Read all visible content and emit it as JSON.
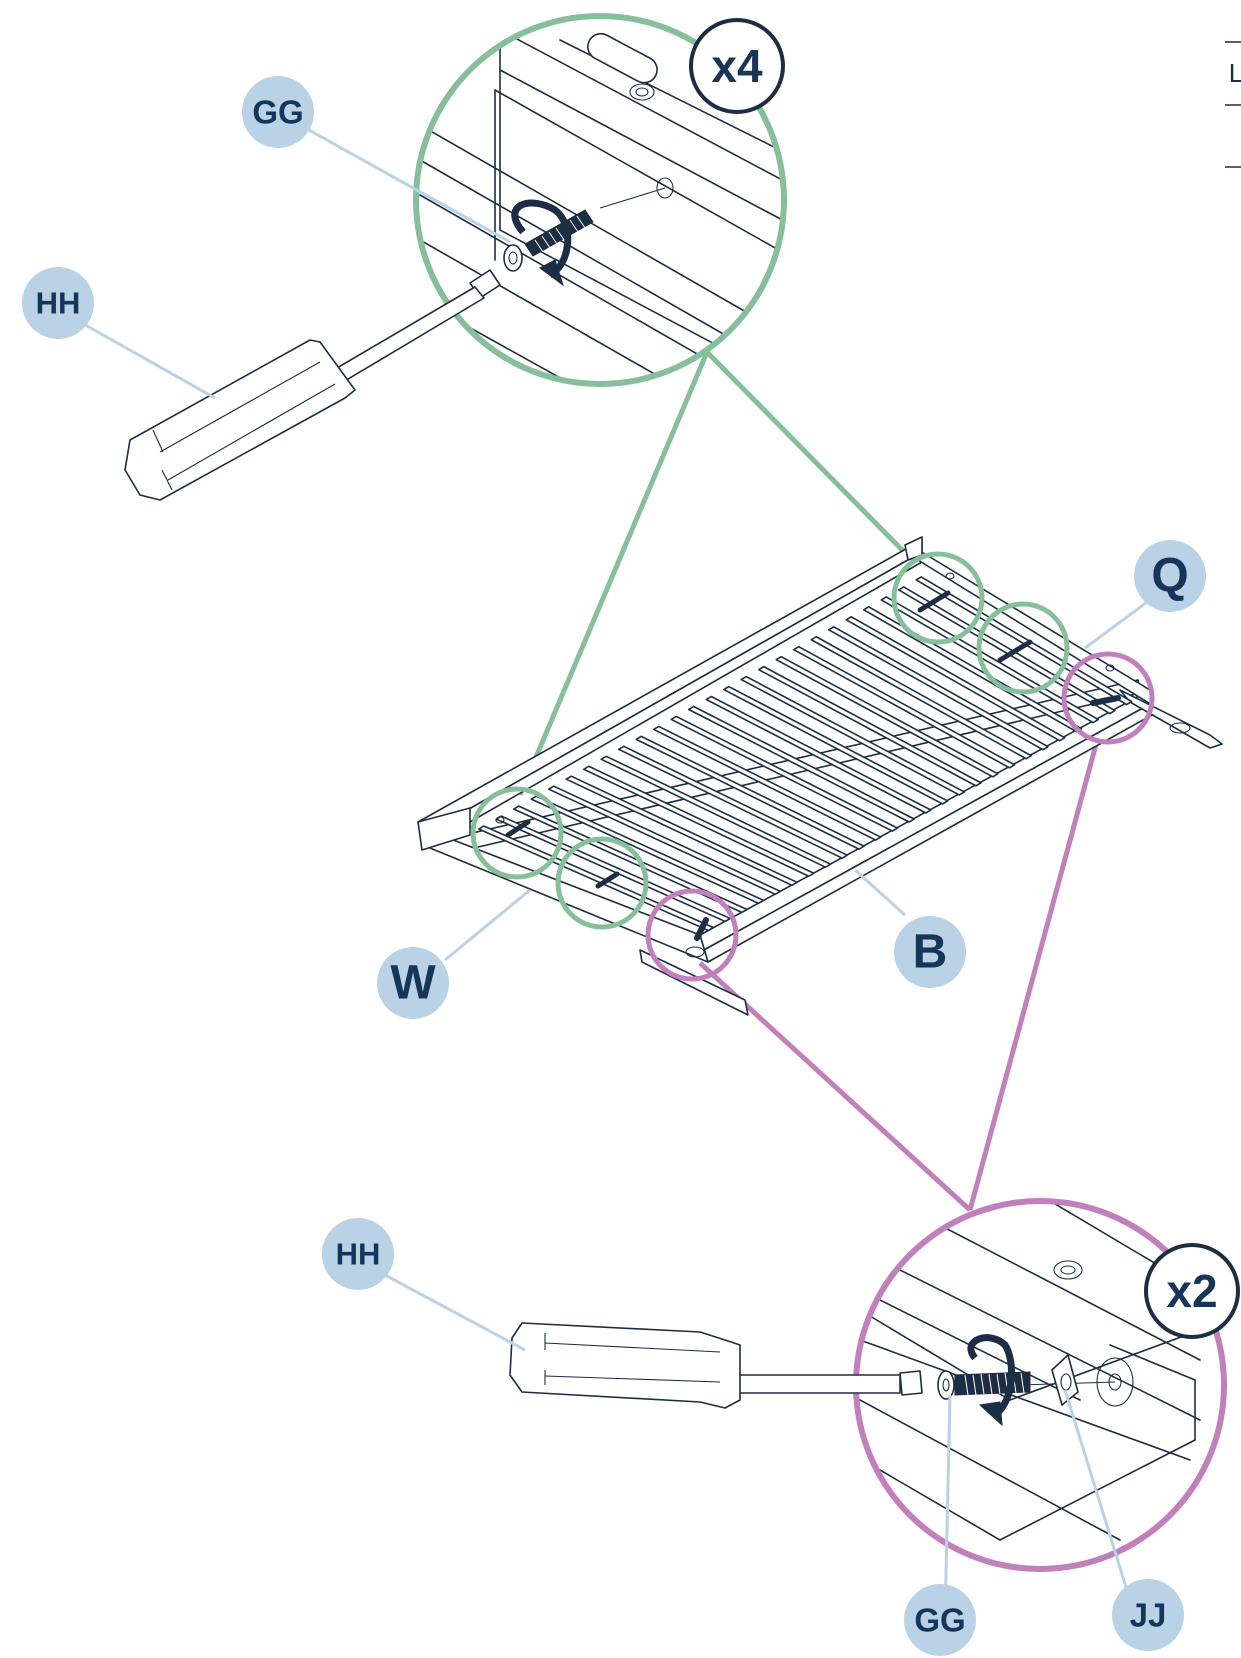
{
  "labels": {
    "gg_top": "GG",
    "hh_top": "HH",
    "q": "Q",
    "b": "B",
    "w": "W",
    "hh_bottom": "HH",
    "gg_bottom": "GG",
    "jj": "JJ",
    "corner_fragment": "L"
  },
  "multipliers": {
    "top": "x4",
    "bottom": "x2"
  },
  "colors": {
    "label_bubble": "#b9d2e6",
    "label_text": "#173559",
    "callout_green": "#86bf9a",
    "callout_pink": "#c17fbc",
    "line_ink": "#1d2d44"
  },
  "icons": [
    "screwdriver-icon",
    "bolt-icon",
    "rotation-arrow-icon",
    "cam-nut-icon"
  ]
}
